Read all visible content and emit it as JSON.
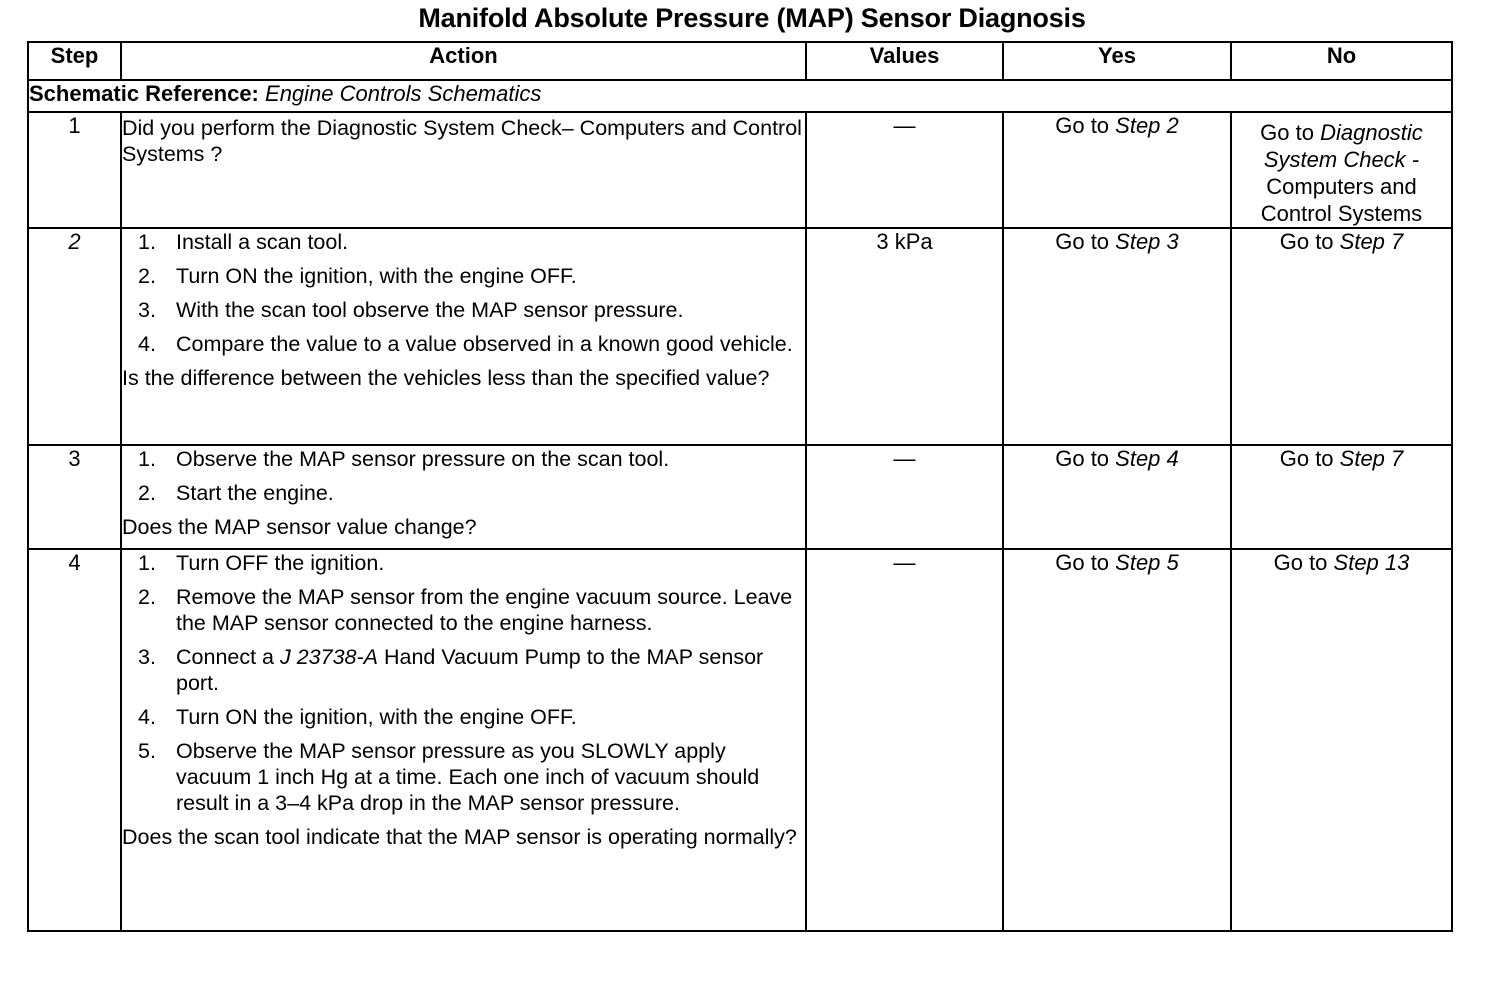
{
  "document": {
    "title": "Manifold Absolute Pressure (MAP) Sensor Diagnosis"
  },
  "table": {
    "headers": {
      "step": "Step",
      "action": "Action",
      "values": "Values",
      "yes": "Yes",
      "no": "No"
    },
    "schematic_reference": {
      "label": "Schematic Reference:",
      "value": "Engine Controls Schematics"
    },
    "rows": [
      {
        "step": "1",
        "step_italic": false,
        "action_items": [],
        "action_question": "Did you perform the Diagnostic System Check– Computers and Control Systems ?",
        "values": "—",
        "yes": "Go to ",
        "yes_italic": "Step 2",
        "no_prefix": "Go to ",
        "no_italic": "Diagnostic System Check -",
        "no_suffix": "Computers and Control Systems"
      },
      {
        "step": "2",
        "step_italic": true,
        "action_items": [
          {
            "num": "1.",
            "text": "Install a scan tool."
          },
          {
            "num": "2.",
            "text": "Turn ON the ignition, with the engine OFF."
          },
          {
            "num": "3.",
            "text": "With the scan tool observe the MAP sensor pressure."
          },
          {
            "num": "4.",
            "text": "Compare the value to a value observed in a known good vehicle."
          }
        ],
        "action_question": "Is the difference between the vehicles less than the specified value?",
        "values": "3 kPa",
        "yes": "Go to ",
        "yes_italic": "Step 3",
        "no_prefix": "Go to ",
        "no_italic": "Step 7",
        "no_suffix": ""
      },
      {
        "step": "3",
        "step_italic": false,
        "action_items": [
          {
            "num": "1.",
            "text": "Observe the MAP sensor pressure on the scan tool."
          },
          {
            "num": "2.",
            "text": "Start the engine."
          }
        ],
        "action_question": "Does the MAP sensor value change?",
        "values": "—",
        "yes": "Go to ",
        "yes_italic": "Step 4",
        "no_prefix": "Go to ",
        "no_italic": "Step 7",
        "no_suffix": ""
      },
      {
        "step": "4",
        "step_italic": false,
        "action_items": [
          {
            "num": "1.",
            "text": "Turn OFF the ignition."
          },
          {
            "num": "2.",
            "text": "Remove the MAP sensor from the engine vacuum source. Leave the MAP sensor connected to the engine harness."
          },
          {
            "num": "3.",
            "text": "Connect a J 23738-A Hand Vacuum Pump to the MAP sensor port.",
            "italic_part": "J 23738-A",
            "pre": "Connect a ",
            "post": " Hand Vacuum Pump to the MAP sensor port."
          },
          {
            "num": "4.",
            "text": "Turn ON the ignition, with the engine OFF."
          },
          {
            "num": "5.",
            "text": "Observe the MAP sensor pressure as you SLOWLY apply vacuum 1 inch Hg at a time. Each one inch of vacuum should result in a 3–4 kPa drop in the MAP sensor pressure."
          }
        ],
        "action_question": "Does the scan tool indicate that the MAP sensor is operating normally?",
        "values": "—",
        "yes": "Go to ",
        "yes_italic": "Step 5",
        "no_prefix": "Go to ",
        "no_italic": "Step 13",
        "no_suffix": ""
      }
    ]
  },
  "colors": {
    "ink": "#000000",
    "paper": "#ffffff"
  }
}
